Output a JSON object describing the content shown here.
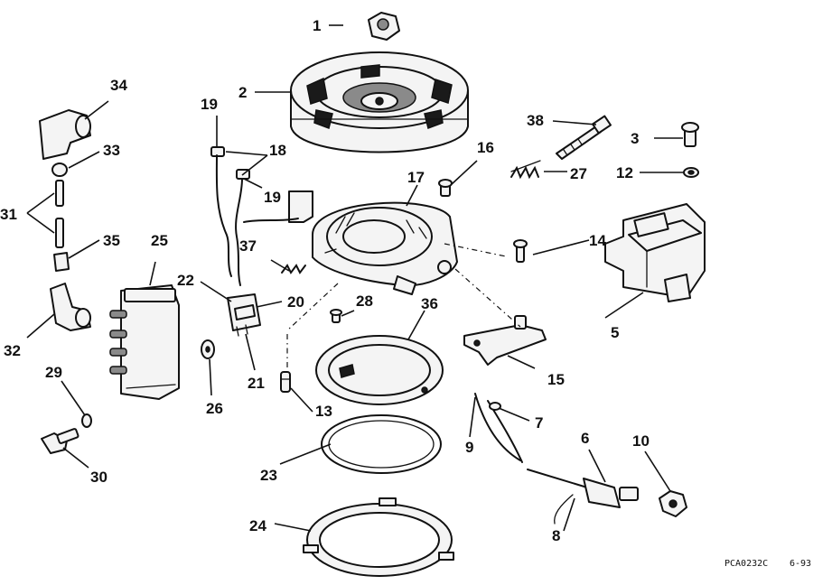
{
  "callouts": [
    {
      "id": "1",
      "label": "1"
    },
    {
      "id": "2",
      "label": "2"
    },
    {
      "id": "3",
      "label": "3"
    },
    {
      "id": "5",
      "label": "5"
    },
    {
      "id": "6",
      "label": "6"
    },
    {
      "id": "7",
      "label": "7"
    },
    {
      "id": "8",
      "label": "8"
    },
    {
      "id": "9",
      "label": "9"
    },
    {
      "id": "10",
      "label": "10"
    },
    {
      "id": "12",
      "label": "12"
    },
    {
      "id": "13",
      "label": "13"
    },
    {
      "id": "14",
      "label": "14"
    },
    {
      "id": "15",
      "label": "15"
    },
    {
      "id": "16",
      "label": "16"
    },
    {
      "id": "17",
      "label": "17"
    },
    {
      "id": "18",
      "label": "18"
    },
    {
      "id": "19a",
      "label": "19"
    },
    {
      "id": "19b",
      "label": "19"
    },
    {
      "id": "20",
      "label": "20"
    },
    {
      "id": "21",
      "label": "21"
    },
    {
      "id": "22",
      "label": "22"
    },
    {
      "id": "23",
      "label": "23"
    },
    {
      "id": "24",
      "label": "24"
    },
    {
      "id": "25",
      "label": "25"
    },
    {
      "id": "26",
      "label": "26"
    },
    {
      "id": "27",
      "label": "27"
    },
    {
      "id": "28",
      "label": "28"
    },
    {
      "id": "29",
      "label": "29"
    },
    {
      "id": "30",
      "label": "30"
    },
    {
      "id": "31",
      "label": "31"
    },
    {
      "id": "32",
      "label": "32"
    },
    {
      "id": "33",
      "label": "33"
    },
    {
      "id": "34",
      "label": "34"
    },
    {
      "id": "35",
      "label": "35"
    },
    {
      "id": "36",
      "label": "36"
    },
    {
      "id": "37",
      "label": "37"
    },
    {
      "id": "38",
      "label": "38"
    }
  ],
  "footer": {
    "code": "PCA0232C",
    "date": "6-93"
  }
}
